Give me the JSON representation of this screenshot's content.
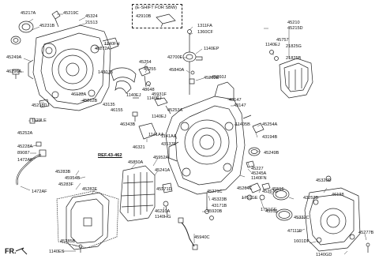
{
  "diagram": {
    "shift_box_title": "(E-SHIFT FOR SBW)",
    "shift_box_part": "42910B",
    "orientation_marker": "FR.",
    "references": [
      "REF.43-462"
    ],
    "part_labels": [
      "45217A",
      "45219C",
      "45324",
      "21513",
      "45231B",
      "1140FH",
      "45272A",
      "45249A",
      "46296A",
      "1430JB",
      "46132A",
      "45262B",
      "45218D",
      "1123LE",
      "43135",
      "46155",
      "46343B",
      "45254",
      "45255",
      "48648",
      "45931F",
      "1140EJ",
      "1140EJ",
      "45253A",
      "46321",
      "43137E",
      "1141AA",
      "1311FA",
      "1360CF",
      "1140EP",
      "42700E",
      "45840A",
      "45262B",
      "45260J",
      "45210",
      "45215D",
      "45757",
      "1140EJ",
      "21825G",
      "21825B",
      "43147",
      "43147",
      "11405B",
      "45254A",
      "43194B",
      "45249B",
      "45227",
      "45245A",
      "1140FN",
      "45252A",
      "45228A",
      "89087",
      "1472AF",
      "1472AF",
      "45850A",
      "45952A",
      "45241A",
      "45283B",
      "45954B",
      "45283F",
      "45282E",
      "45271D",
      "46210A",
      "1140HG",
      "45323B",
      "43171B",
      "45920B",
      "45264C",
      "45267G",
      "1751GE",
      "1751GE",
      "45271C",
      "45320D",
      "45516",
      "43253B",
      "45516",
      "46128",
      "45332C",
      "47111E",
      "1601DF",
      "45277B",
      "1140GD",
      "45940C",
      "45285B",
      "1140ES",
      "1141AA",
      "1140EJ"
    ]
  }
}
